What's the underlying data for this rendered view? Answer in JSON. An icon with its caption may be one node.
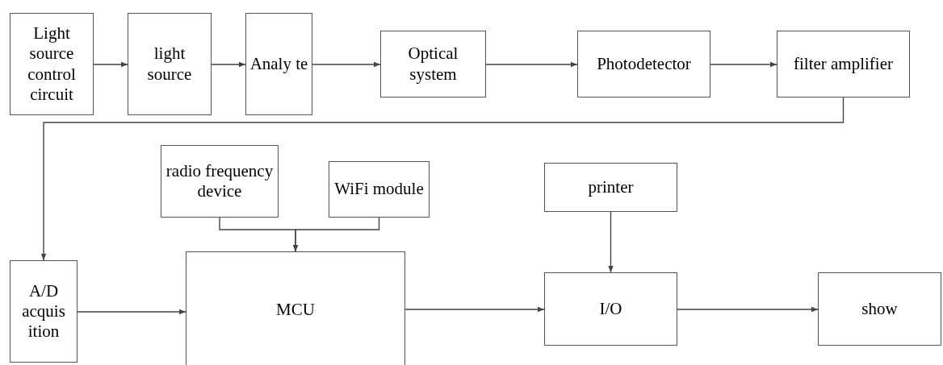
{
  "diagram": {
    "nodes": [
      {
        "text": [
          "Light source control circuit"
        ]
      },
      {
        "text": [
          "light source"
        ]
      },
      {
        "text": [
          "Analy te"
        ]
      },
      {
        "text": [
          "Optical system"
        ]
      },
      {
        "text": [
          "Photodetector"
        ]
      },
      {
        "text": [
          "filter amplifier"
        ]
      },
      {
        "text": [
          "radio frequency device"
        ]
      },
      {
        "text": [
          "WiFi module"
        ]
      },
      {
        "text": [
          "printer"
        ]
      },
      {
        "text": [
          "A/D acquis ition"
        ]
      },
      {
        "text": [
          "MCU"
        ]
      },
      {
        "text": [
          "I/O"
        ]
      },
      {
        "text": [
          "show"
        ]
      }
    ],
    "edges": [
      {
        "from": 0,
        "to": 1,
        "arrow": "to"
      },
      {
        "from": 1,
        "to": 2,
        "arrow": "to"
      },
      {
        "from": 2,
        "to": 3,
        "arrow": "to"
      },
      {
        "from": 3,
        "to": 4,
        "arrow": "to"
      },
      {
        "from": 4,
        "to": 5,
        "arrow": "to"
      },
      {
        "from": 5,
        "to": 9,
        "arrow": "to"
      },
      {
        "from": 6,
        "to": 10,
        "arrow": "to"
      },
      {
        "from": 7,
        "to": 10,
        "arrow": "to"
      },
      {
        "from": 9,
        "to": 10,
        "arrow": "to"
      },
      {
        "from": 10,
        "to": 11,
        "arrow": "to"
      },
      {
        "from": 8,
        "to": 11,
        "arrow": "to"
      },
      {
        "from": 11,
        "to": 12,
        "arrow": "to"
      }
    ]
  }
}
